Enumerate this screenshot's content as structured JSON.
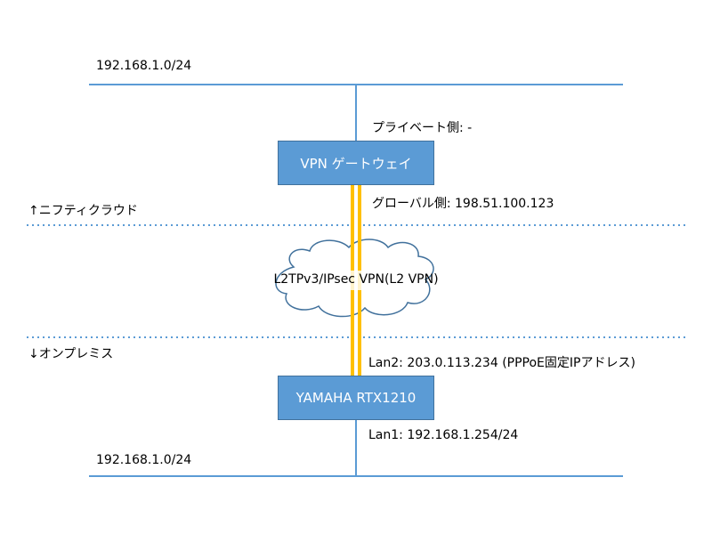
{
  "top_network": {
    "label": "192.168.1.0/24"
  },
  "bottom_network": {
    "label": "192.168.1.0/24"
  },
  "gateway": {
    "label": "VPN ゲートウェイ",
    "private_side": "プライベート側: -",
    "global_side": "グローバル側: 198.51.100.123"
  },
  "router": {
    "label": "YAMAHA RTX1210",
    "lan2": "Lan2: 203.0.113.234 (PPPoE固定IPアドレス)",
    "lan1": "Lan1: 192.168.1.254/24"
  },
  "zones": {
    "cloud": "↑ニフティクラウド",
    "onprem": "↓オンプレミス"
  },
  "tunnel": {
    "label": "L2TPv3/IPsec VPN(L2 VPN)"
  },
  "colors": {
    "line": "#5b9bd5",
    "tunnel": "#ffc000",
    "box": "#5b9bd5"
  }
}
